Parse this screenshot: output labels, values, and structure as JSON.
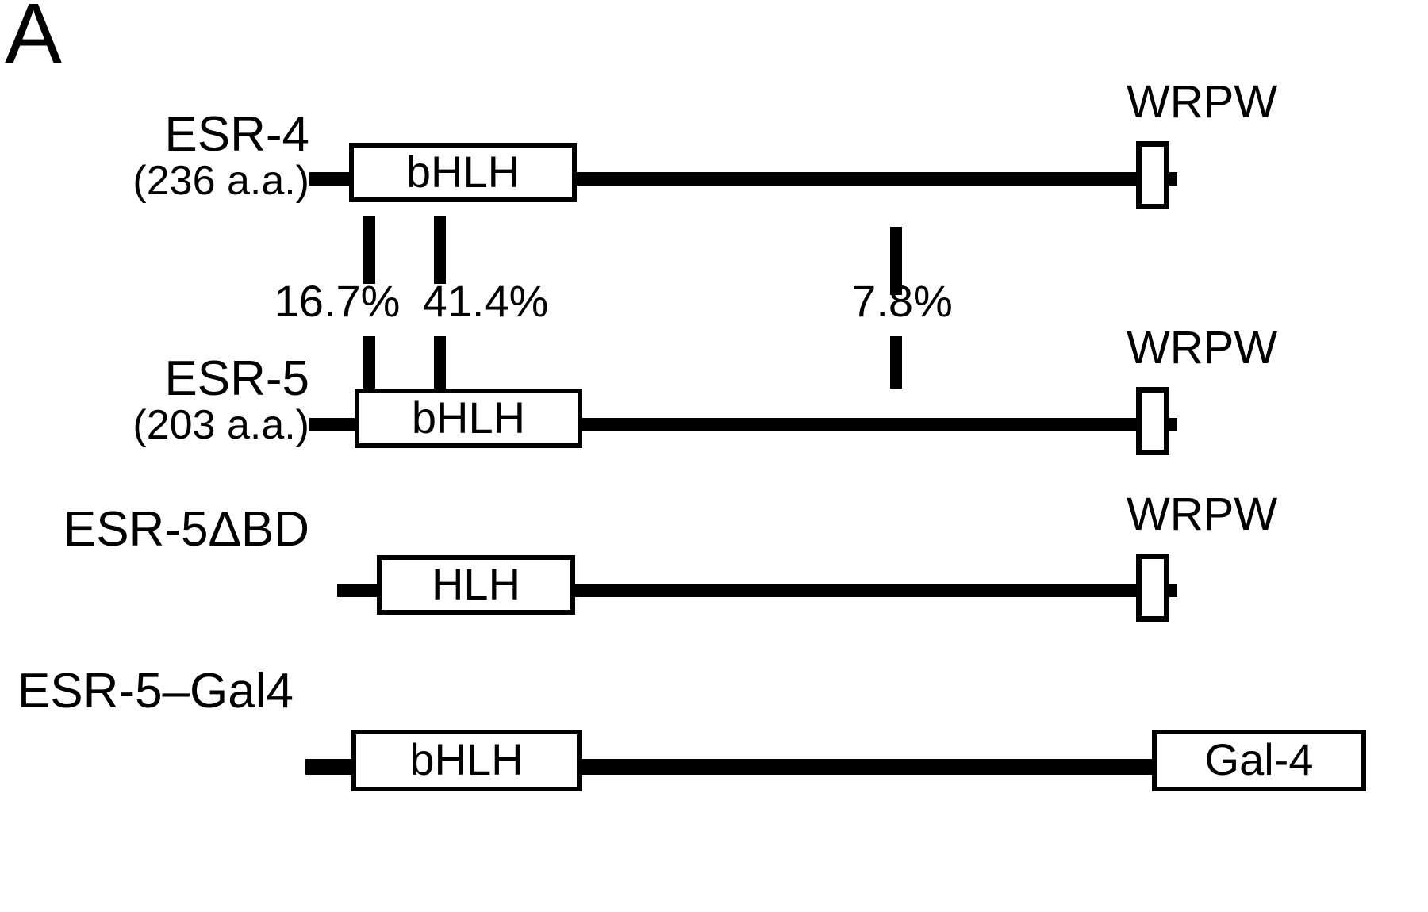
{
  "figure": {
    "panel_letter": "A"
  },
  "constructs": [
    {
      "name": "ESR-4",
      "size": "(236 a.a.)",
      "domain": "bHLH",
      "terminal": "WRPW"
    },
    {
      "name": "ESR-5",
      "size": "(203 a.a.)",
      "domain": "bHLH",
      "terminal": "WRPW"
    },
    {
      "name": "ESR-5ΔBD",
      "size": "",
      "domain": "HLH",
      "terminal": "WRPW"
    },
    {
      "name": "ESR-5–Gal4",
      "size": "",
      "domain": "bHLH",
      "terminal": "Gal-4"
    }
  ],
  "similarity": [
    {
      "value": "16.7%"
    },
    {
      "value": "41.4%"
    },
    {
      "value": "7.8%"
    }
  ],
  "colors": {
    "ink": "#000000",
    "background": "#ffffff"
  }
}
